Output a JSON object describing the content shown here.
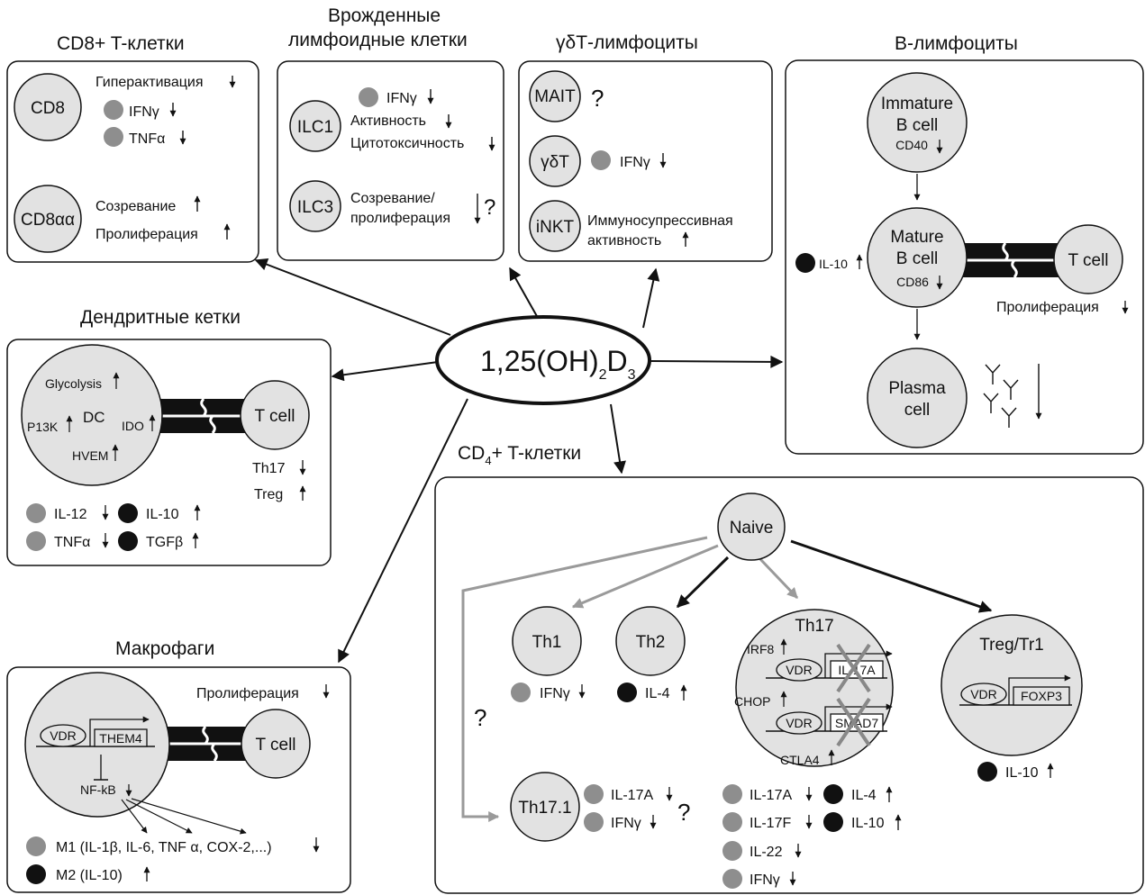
{
  "center": {
    "label": "1,25(OH)",
    "sub": "2",
    "d": "D",
    "sub3": "3"
  },
  "cd8_panel": {
    "title": "CD8+ T-клетки",
    "cell1": "CD8",
    "hyper": "Гиперактивация",
    "ifng": "IFNγ",
    "tnfa": "TNFα",
    "cell2": "CD8αα",
    "maturation": "Созревание",
    "proliferation": "Пролиферация"
  },
  "ilc_panel": {
    "title_line1": "Врожденные",
    "title_line2": "лимфоидные клетки",
    "ilc1": "ILC1",
    "ifng": "IFNγ",
    "activity": "Активность",
    "cytotox": "Цитотоксичность",
    "ilc3": "ILC3",
    "mat_line1": "Созревание/",
    "mat_line2": "пролиферация",
    "question": "?"
  },
  "gd_panel": {
    "title": "γδТ-лимфоциты",
    "mait": "MAIT",
    "question": "?",
    "gdt": "γδT",
    "ifng": "IFNγ",
    "inkt": "iNKT",
    "immuno_line1": "Иммуносупрессивная",
    "immuno_line2": "активность"
  },
  "b_panel": {
    "title": "B-лимфоциты",
    "immature_l1": "Immature",
    "immature_l2": "B cell",
    "cd40": "CD40",
    "mature_l1": "Mature",
    "mature_l2": "B cell",
    "cd86": "CD86",
    "il10": "IL-10",
    "tcell": "T cell",
    "proliferation": "Пролиферация",
    "plasma_l1": "Plasma",
    "plasma_l2": "cell"
  },
  "dc_panel": {
    "title": "Дендритные кетки",
    "glycolysis": "Glycolysis",
    "dc": "DC",
    "p13k": "P13K",
    "ido": "IDO",
    "hvem": "HVEM",
    "tcell": "T cell",
    "th17": "Th17",
    "treg": "Treg",
    "il12": "IL-12",
    "il10": "IL-10",
    "tnfa": "TNFα",
    "tgfb": "TGFβ"
  },
  "mac_panel": {
    "title": "Макрофаги",
    "proliferation": "Пролиферация",
    "vdr": "VDR",
    "them4": "THEM4",
    "nfkb": "NF-kB",
    "tcell": "T cell",
    "m1": "M1 (IL-1β,  IL-6, TNF α,  COX-2,...)",
    "m2": "M2 (IL-10)"
  },
  "cd4_panel": {
    "title_prefix": "CD",
    "title_sub": "4",
    "title_suffix": "+ T-клетки",
    "naive": "Naive",
    "th1": "Th1",
    "th1_ifng": "IFNγ",
    "th2": "Th2",
    "th2_il4": "IL-4",
    "th17": "Th17",
    "irf8": "IRF8",
    "chop": "CHOP",
    "ctla4": "CTLA4",
    "vdr": "VDR",
    "il17a_gene": "IL-17A",
    "smad7_gene": "SMAD7",
    "treg": "Treg/Tr1",
    "foxp3": "FOXP3",
    "treg_il10": "IL-10",
    "question1": "?",
    "th171": "Th17.1",
    "th171_il17a": "IL-17A",
    "th171_ifng": "IFNγ",
    "question2": "?",
    "il17a": "IL-17A",
    "il17f": "IL-17F",
    "il22": "IL-22",
    "ifng": "IFNγ",
    "il4": "IL-4",
    "il10": "IL-10"
  },
  "colors": {
    "cell_fill": "#e2e2e2",
    "gray_dot": "#8e8e8e",
    "black_dot": "#111111",
    "gray_arrow": "#9a9a9a",
    "stroke": "#111111"
  }
}
